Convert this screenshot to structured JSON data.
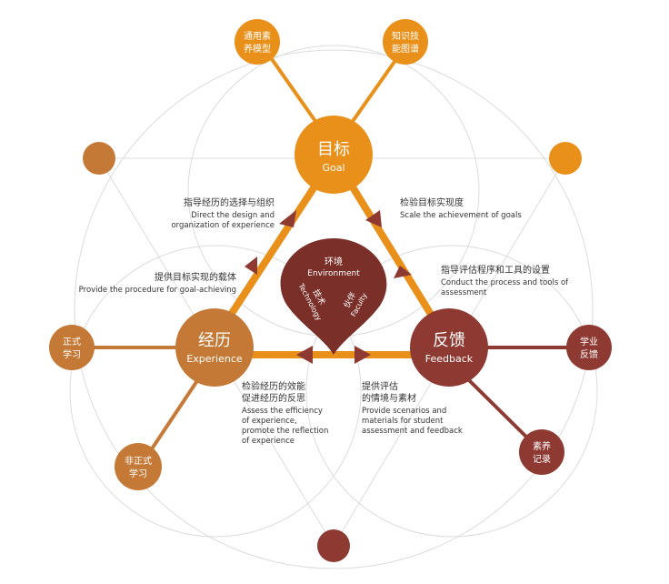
{
  "colors": {
    "orange": "#e8901a",
    "brown": "#c47a36",
    "maroon": "#8e3a32",
    "dark_maroon": "#7a2f28",
    "grid": "#dcdcdc"
  },
  "nodes": {
    "goal": {
      "zh": "目标",
      "en": "Goal"
    },
    "experience": {
      "zh": "经历",
      "en": "Experience"
    },
    "feedback": {
      "zh": "反馈",
      "en": "Feedback"
    }
  },
  "satellites": {
    "general_literacy": [
      "通用素",
      "养模型"
    ],
    "knowledge_map": [
      "知识技",
      "能图谱"
    ],
    "formal_learning": [
      "正式",
      "学习"
    ],
    "informal_learning": [
      "非正式",
      "学习"
    ],
    "academic_feedback": [
      "学业",
      "反馈"
    ],
    "literacy_record": [
      "素养",
      "记录"
    ]
  },
  "center": {
    "environment": {
      "zh": "环境",
      "en": "Environment"
    },
    "technology": {
      "zh": "技术",
      "en": "Technology"
    },
    "faculty": {
      "zh": "伙伴",
      "en": "Faculty"
    }
  },
  "captions": {
    "guide_experience": {
      "zh": "指导经历的选择与组织",
      "en": [
        "Direct the design and",
        "organization of experience"
      ]
    },
    "scale_goals": {
      "zh": "检验目标实现度",
      "en": [
        "Scale the achievement of goals"
      ]
    },
    "provide_carrier": {
      "zh": "提供目标实现的载体",
      "en": [
        "Provide the procedure for goal-achieving"
      ]
    },
    "guide_evaluation": {
      "zh": "指导评估程序和工具的设置",
      "en": [
        "Conduct the process and tools of",
        "assessment"
      ]
    },
    "check_efficiency": {
      "zh": [
        "检验经历的效能",
        "促进经历的反思"
      ],
      "en": [
        "Assess the efficiency",
        "of experience,",
        "promote the reflection",
        "of experience"
      ]
    },
    "provide_scenarios": {
      "zh": [
        "提供评估",
        "的情境与素材"
      ],
      "en": [
        "Provide scenarios and",
        "materials for student",
        "assessment and feedback"
      ]
    }
  }
}
